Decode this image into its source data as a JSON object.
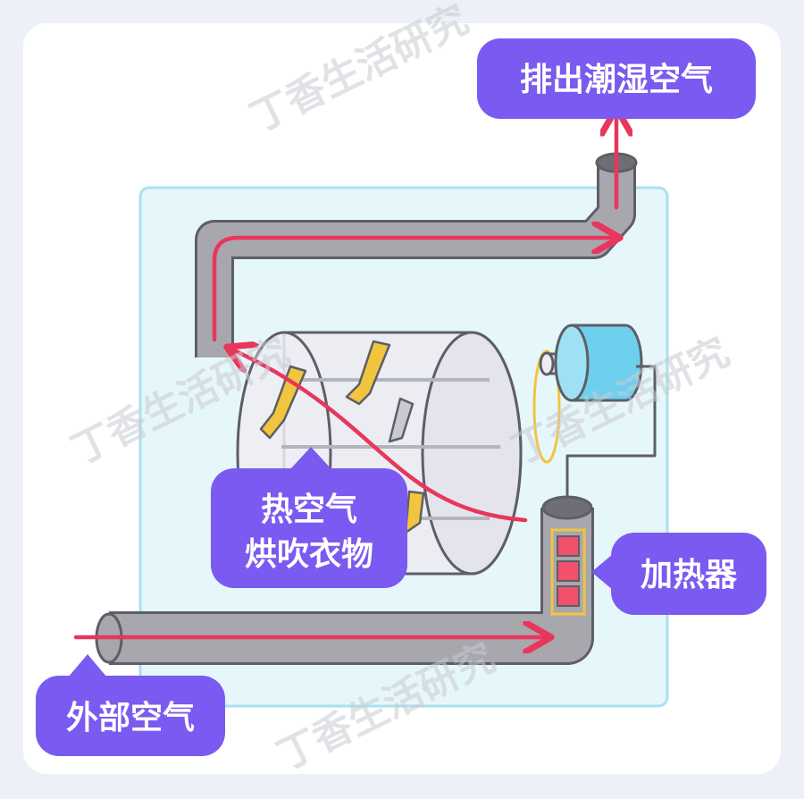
{
  "labels": {
    "exhaust": "排出潮湿空气",
    "hot_air_line1": "热空气",
    "hot_air_line2": "烘吹衣物",
    "heater": "加热器",
    "outside_air": "外部空气"
  },
  "watermark": "丁香生活研究",
  "colors": {
    "label_bg": "#7a5af0",
    "arrow": "#e8365c",
    "pipe": "#a7a7ad",
    "pipe_outline": "#5d5e66",
    "cabinet": "#e6f7fb",
    "cabinet_border": "#a8e1ee",
    "drum": "#ececf2",
    "motor": "#6fd0ee",
    "heater": "#f1516b",
    "clothes": "#f2c53f"
  }
}
